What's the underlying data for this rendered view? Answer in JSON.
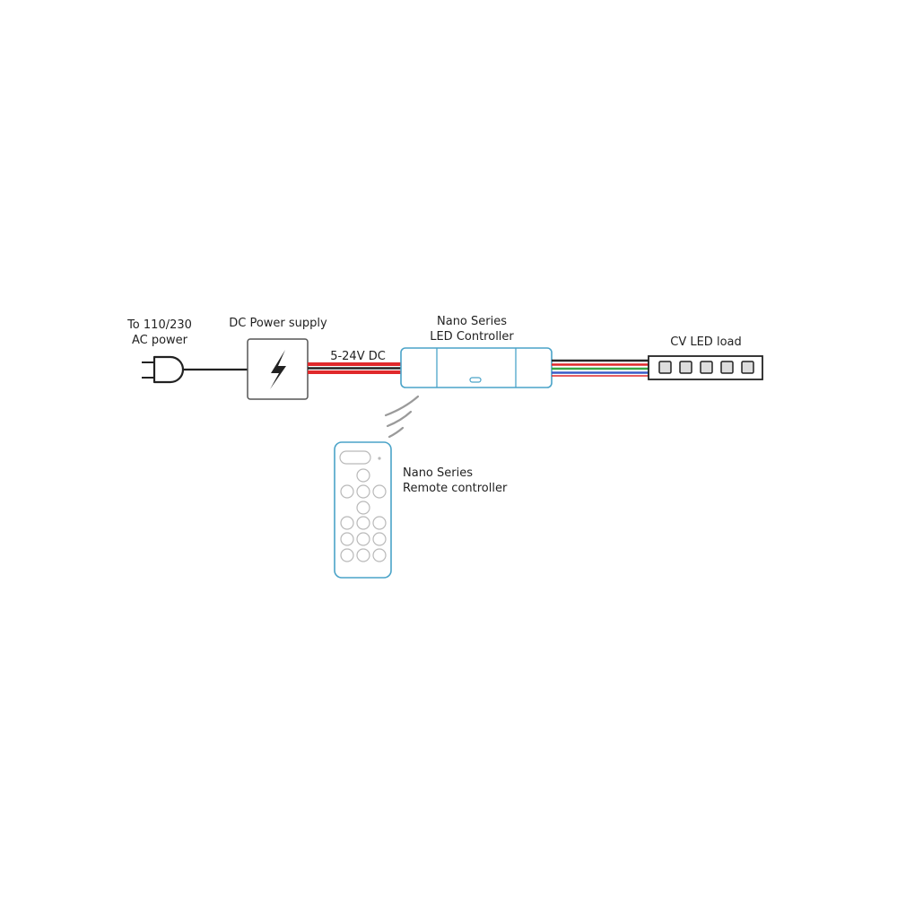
{
  "labels": {
    "ac_line1": "To 110/230",
    "ac_line2": "AC power",
    "psu": "DC Power supply",
    "voltage": "5-24V DC",
    "controller_line1": "Nano Series",
    "controller_line2": "LED Controller",
    "load": "CV LED load",
    "remote_line1": "Nano Series",
    "remote_line2": "Remote controller"
  },
  "components": {
    "plug": {
      "icon": "plug-icon"
    },
    "psu": {
      "icon": "lightning-bolt-icon"
    },
    "controller": {
      "icon": "led-controller-icon"
    },
    "led_strip": {
      "icon": "led-strip-icon",
      "led_count": 5
    },
    "remote": {
      "icon": "remote-control-icon"
    },
    "signal": {
      "icon": "wireless-signal-icon"
    }
  },
  "colors": {
    "accent": "#4aa3c8",
    "dc_wire_red": "#e0292b",
    "dc_wire_black": "#222222",
    "rgb_wires": [
      "#2a2a2a",
      "#e0292b",
      "#39a845",
      "#3a5bc7",
      "#e0292b"
    ]
  }
}
